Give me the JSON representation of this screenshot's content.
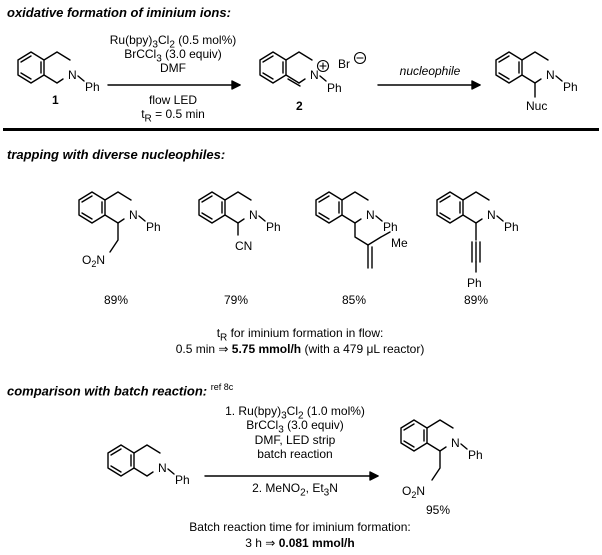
{
  "section1": {
    "header": "oxidative formation of iminium ions:",
    "reagents": {
      "line1": "Ru(bpy)",
      "line1_sub": "3",
      "line1_tail": "Cl",
      "line1_sub2": "2",
      "line1_end": " (0.5 mol%)",
      "line2": "BrCCl",
      "line2_sub": "3",
      "line2_end": " (3.0 equiv)",
      "line3": "DMF",
      "line4": "flow LED",
      "line5": "t",
      "line5_sub": "R",
      "line5_end": " = 0.5 min"
    },
    "compound1_label": "1",
    "compound2_label": "2",
    "ph": "Ph",
    "n": "N",
    "br": "Br",
    "arrow2_label": "nucleophile",
    "nuc": "Nuc"
  },
  "section2": {
    "header": "trapping with diverse nucleophiles:",
    "products": [
      {
        "substituent": "O2N",
        "yield": "89%"
      },
      {
        "substituent": "CN",
        "yield": "79%"
      },
      {
        "substituent": "Me",
        "yield": "85%"
      },
      {
        "substituent": "Ph",
        "yield": "89%"
      }
    ],
    "tr_line1_a": "t",
    "tr_line1_sub": "R",
    "tr_line1_b": " for iminium formation in flow:",
    "tr_line2_a": "0.5 min ⇒ ",
    "tr_line2_bold": "5.75 mmol/h",
    "tr_line2_b": " (with a 479 μL reactor)"
  },
  "section3": {
    "header": "comparison with batch reaction:",
    "ref": "ref 8c",
    "reagents": {
      "line1": "1. Ru(bpy)",
      "line1_sub": "3",
      "line1_tail": "Cl",
      "line1_sub2": "2",
      "line1_end": " (1.0 mol%)",
      "line2": "BrCCl",
      "line2_sub": "3",
      "line2_end": " (3.0 equiv)",
      "line3": "DMF, LED strip",
      "line4": "batch reaction",
      "line5": "2. MeNO",
      "line5_sub": "2",
      "line5_end": ", Et",
      "line5_sub2": "3",
      "line5_tail": "N"
    },
    "product_yield": "95%",
    "o2n": "O2N",
    "batch_line1": "Batch reaction time for iminium formation:",
    "batch_line2_a": "3 h ⇒ ",
    "batch_line2_bold": "0.081 mmol/h"
  }
}
